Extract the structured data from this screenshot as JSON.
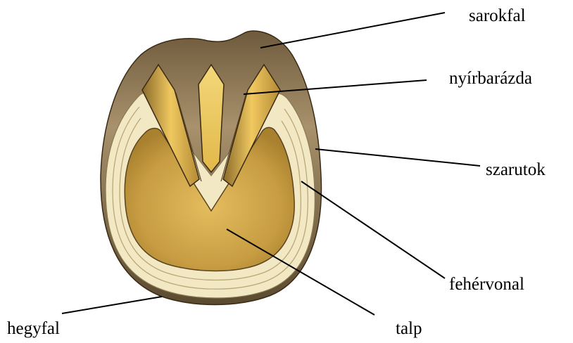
{
  "labels": {
    "sarokfal": "sarokfal",
    "nyirbarazda": "nyírbarázda",
    "szarutok": "szarutok",
    "fehervonal": "fehérvonal",
    "talp": "talp",
    "hegyfal": "hegyfal"
  },
  "colors": {
    "wall_dark": "#6e5a3c",
    "wall_light": "#bfae8e",
    "sole": "#c9a24a",
    "sole_light": "#e0c06a",
    "white_line": "#f3e8c4",
    "outline": "#3a2a14",
    "leader": "#000000"
  }
}
